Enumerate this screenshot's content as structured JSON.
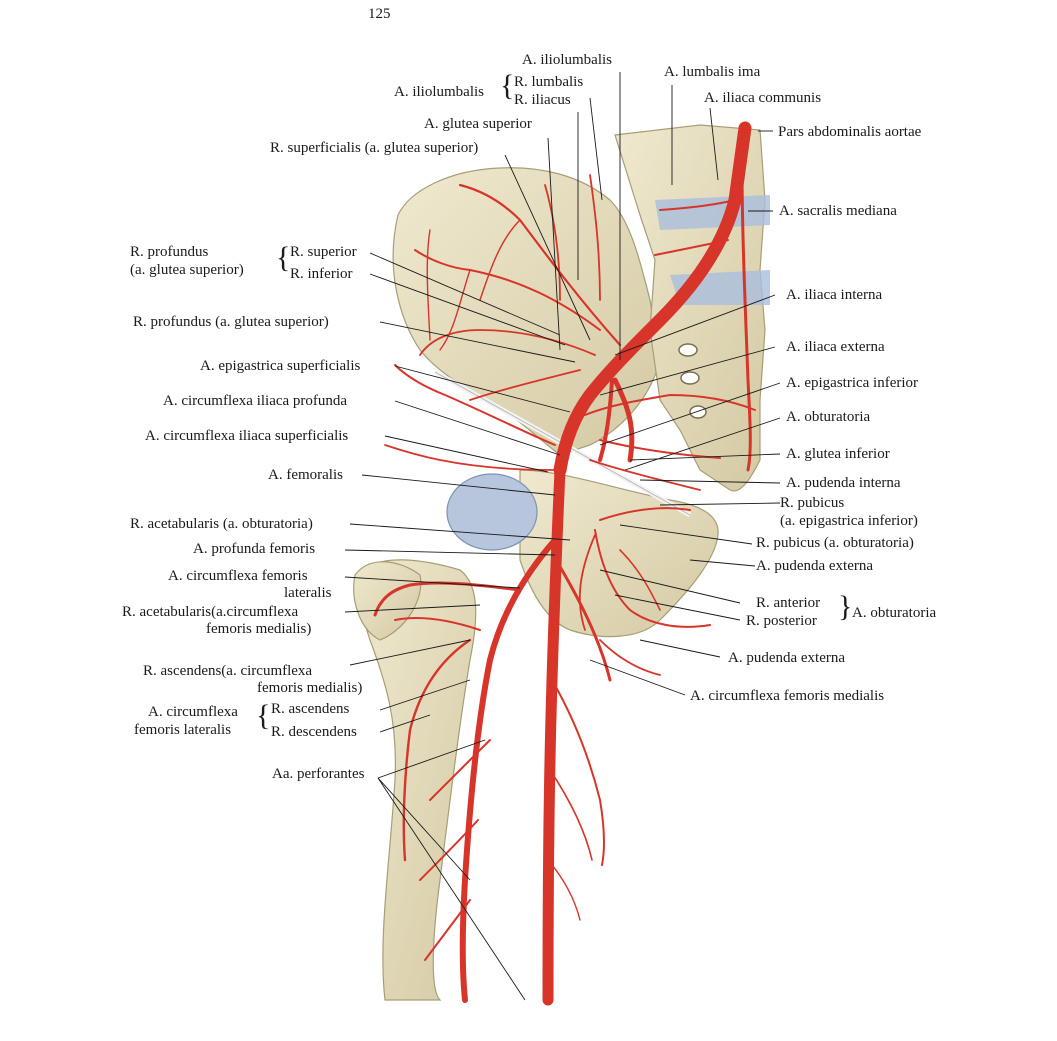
{
  "page": {
    "number": "125"
  },
  "colors": {
    "artery": "#d8352a",
    "bone": "#e8e1c4",
    "bone_shade": "#c9bf9b",
    "cartilage": "#8aa8d0",
    "leader": "#1a1a1a"
  },
  "labels": {
    "iliolumbalis_top": "A. iliolumbalis",
    "lumbalis_ima": "A. lumbalis ima",
    "iliolumbalis_left": "A. iliolumbalis",
    "r_lumbalis": "R. lumbalis",
    "r_iliacus": "R. iliacus",
    "iliaca_communis": "A. iliaca communis",
    "glutea_superior": "A. glutea superior",
    "pars_abdominalis": "Pars abdominalis aortae",
    "r_superficialis": "R. superficialis (a. glutea superior)",
    "sacralis_mediana": "A. sacralis mediana",
    "r_profundus_1": "R. profundus",
    "r_profundus_2": "(a. glutea superior)",
    "r_superior": "R. superior",
    "r_inferior": "R. inferior",
    "iliaca_interna": "A. iliaca interna",
    "r_profundus_gs": "R. profundus (a. glutea superior)",
    "iliaca_externa": "A. iliaca externa",
    "epigastrica_superficialis": "A. epigastrica superficialis",
    "epigastrica_inferior": "A. epigastrica inferior",
    "circ_iliaca_profunda": "A. circumflexa iliaca profunda",
    "obturatoria": "A. obturatoria",
    "circ_iliaca_superficialis": "A. circumflexa iliaca superficialis",
    "glutea_inferior": "A. glutea inferior",
    "femoralis": "A. femoralis",
    "pudenda_interna": "A. pudenda interna",
    "r_pubicus_1": "R. pubicus",
    "r_pubicus_2": "(a. epigastrica inferior)",
    "r_acetabularis_obt": "R. acetabularis (a. obturatoria)",
    "r_pubicus_obt": "R. pubicus (a. obturatoria)",
    "profunda_femoris": "A. profunda femoris",
    "pudenda_externa_1": "A. pudenda  externa",
    "circ_fem_lat_1": "A. circumflexa femoris",
    "circ_fem_lat_2": "lateralis",
    "r_anterior": "R. anterior",
    "r_posterior": "R. posterior",
    "obturatoria_2": "A. obturatoria",
    "r_acetab_cfm_1": "R. acetabularis(a.circumflexa",
    "r_acetab_cfm_2": "femoris medialis)",
    "pudenda_externa_2": "A. pudenda externa",
    "r_ascendens_cfm_1": "R. ascendens(a. circumflexa",
    "r_ascendens_cfm_2": "femoris medialis)",
    "circ_fem_medialis": "A. circumflexa femoris medialis",
    "cfl_1": "A. circumflexa",
    "cfl_2": "femoris lateralis",
    "r_ascendens": "R. ascendens",
    "r_descendens": "R. descendens",
    "perforantes": "Aa. perforantes"
  }
}
